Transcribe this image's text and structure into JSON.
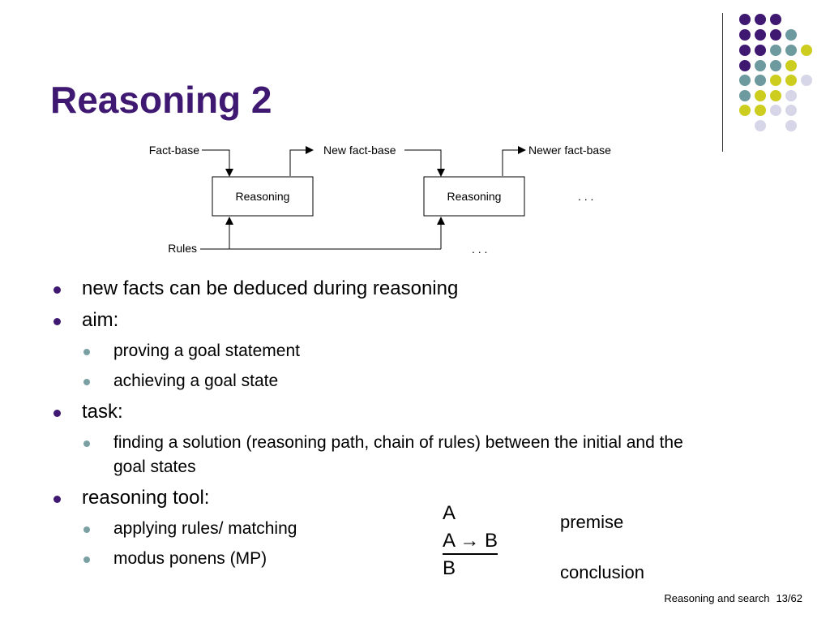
{
  "slide": {
    "title": "Reasoning 2"
  },
  "diagram": {
    "fact_base": "Fact-base",
    "new_fact_base": "New fact-base",
    "newer_fact_base": "Newer fact-base",
    "box1": "Reasoning",
    "box2": "Reasoning",
    "ellipsis_right": ". . .",
    "rules": "Rules",
    "ellipsis_bottom": ". . ."
  },
  "bullets": [
    {
      "text": "new facts can be deduced during reasoning",
      "sub": []
    },
    {
      "text": "aim:",
      "sub": [
        "proving a goal statement",
        "achieving a goal state"
      ]
    },
    {
      "text": "task:",
      "sub": [
        "finding a solution (reasoning path, chain of rules) between the initial and the goal states"
      ]
    },
    {
      "text": "reasoning tool:",
      "sub": [
        "applying rules/ matching",
        "modus ponens (MP)"
      ]
    }
  ],
  "modus_ponens": {
    "line1": "A",
    "line2_left": "A",
    "arrow": "→",
    "line2_right": "B",
    "line3": "B",
    "premise_label": "premise",
    "conclusion_label": "conclusion"
  },
  "footer": {
    "title": "Reasoning and search",
    "page": "13/62"
  },
  "colors": {
    "title": "#3f1872",
    "dot_purple": "#3f1872",
    "dot_teal": "#6c9a9e",
    "dot_yellow": "#cdcd20",
    "dot_lavender": "#d6d6e8"
  }
}
